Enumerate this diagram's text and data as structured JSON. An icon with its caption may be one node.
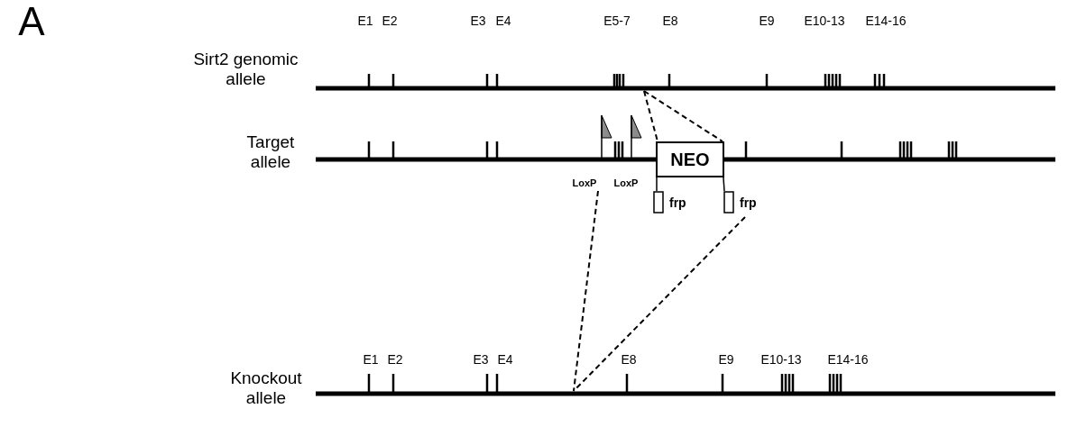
{
  "diagram": {
    "nodes": [
      {
        "text": [
          "Sirt2 genomic allele"
        ]
      },
      {
        "text": [
          "Target allele"
        ]
      },
      {
        "text": [
          "LoxP"
        ]
      },
      {
        "text": [
          "LoxP"
        ]
      },
      {
        "text": [
          "NEO"
        ]
      },
      {
        "text": [
          "frp"
        ]
      },
      {
        "text": [
          "frp"
        ]
      },
      {
        "text": [
          "Knockout allele"
        ]
      }
    ],
    "edges": [
      {
        "from": 0,
        "to": 4,
        "arrow": "none",
        "style": "dashed"
      },
      {
        "from": 0,
        "to": 4,
        "arrow": "none",
        "style": "dashed"
      },
      {
        "from": 2,
        "to": 7,
        "arrow": "none",
        "style": "dashed"
      },
      {
        "from": 6,
        "to": 7,
        "arrow": "none",
        "style": "dashed"
      },
      {
        "from": 4,
        "to": 5,
        "arrow": "none"
      },
      {
        "from": 4,
        "to": 6,
        "arrow": "none"
      }
    ],
    "labels": [
      "A",
      "E1",
      "E2",
      "E3",
      "E4",
      "E5-7",
      "E8",
      "E9",
      "E10-13",
      "E14-16",
      "E1",
      "E2",
      "E3",
      "E4",
      "E8",
      "E9",
      "E10-13",
      "E14-16"
    ]
  }
}
